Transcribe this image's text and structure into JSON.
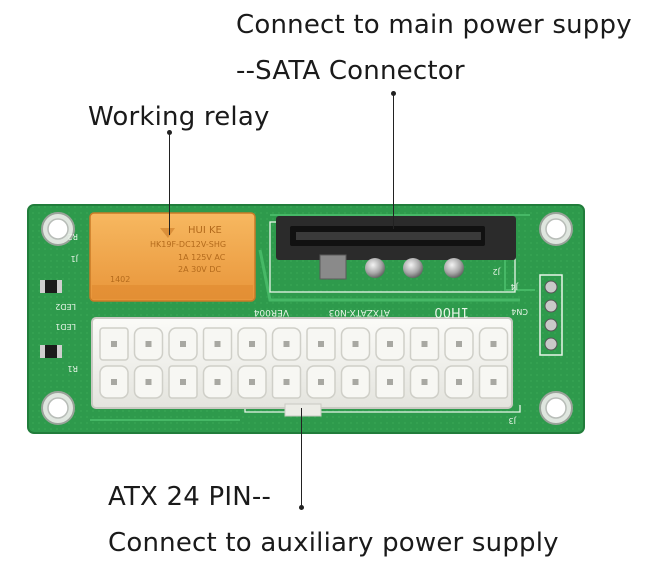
{
  "annotations": {
    "sata_line1": "Connect to main power suppy",
    "sata_line2": "--SATA Connector",
    "relay": "Working relay",
    "atx_line1": "ATX 24 PIN--",
    "atx_line2": "Connect to auxiliary power supply"
  },
  "silkscreen": {
    "board_model": "ATXZATX-N03",
    "board_version": "VER004",
    "board_mark": "1H00",
    "relay_brand": "HUI KE",
    "relay_model": "HK19F-DC12V-SHG",
    "relay_rating_1": "1A 125V AC",
    "relay_rating_2": "2A 30V DC",
    "relay_code": "1402",
    "j1": "J1",
    "j2": "J2",
    "j3": "J3",
    "j4": "J4",
    "r1": "R1",
    "r2": "R2",
    "led1": "LED1",
    "led2": "LED2",
    "cn4": "CN4"
  },
  "colors": {
    "pcb": "#2e9a4c",
    "pcb_dark": "#1f7a39",
    "relay": "#f2a64a",
    "atx_housing": "#f4f4f0",
    "sata_housing": "#2b2b2b"
  }
}
